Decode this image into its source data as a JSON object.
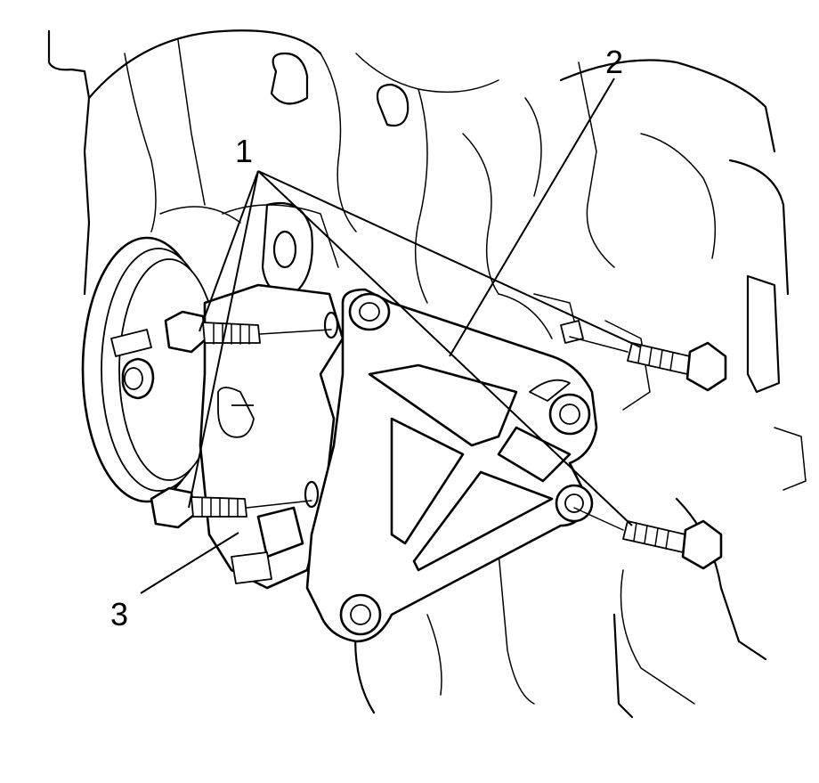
{
  "callouts": {
    "bolts": "1",
    "bracket": "2",
    "pump": "3"
  },
  "colors": {
    "ink": "#000000",
    "paper": "#ffffff"
  }
}
